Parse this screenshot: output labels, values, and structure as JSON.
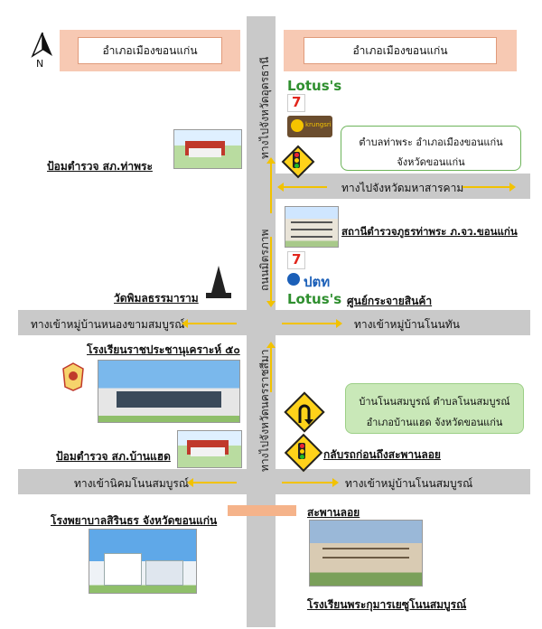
{
  "headers": {
    "left": "อำเภอเมืองขอนแก่น",
    "right": "อำเภอเมืองขอนแก่น"
  },
  "north": "N",
  "roads": {
    "v_top": "ทางไปจังหวัดอุดรธานี",
    "v_mid": "ถนนมิตรภาพ",
    "v_bottom": "ทางไปจังหวัดนครราชสีมา",
    "h1": "ทางไปจังหวัดมหาสารคาม",
    "h2_left": "ทางเข้าหมู่บ้านหนองขามสมบูรณ์",
    "h2_right": "ทางเข้าหมู่บ้านโนนทัน",
    "h3_left": "ทางเข้านิคมโนนสมบูรณ์",
    "h3_right": "ทางเข้าหมู่บ้านโนนสมบูรณ์"
  },
  "places": {
    "police_thaphra": "ป้อมตำรวจ สภ.ท่าพระ",
    "station_thaphra": "สถานีตำรวจภูธรท่าพระ ภ.จว.ขอนแก่น",
    "wat": "วัดพิมลธรรมาราม",
    "dist_center": "ศูนย์กระจายสินค้า",
    "school1": "โรงเรียนราชประชานุเคราะห์ ๕๐",
    "police_banhaet": "ป้อมตำรวจ สภ.บ้านแฮด",
    "uturn": "กลับรถก่อนถึงสะพานลอย",
    "overpass": "สะพานลอย",
    "hospital": "โรงพยาบาลสิรินธร จังหวัดขอนแก่น",
    "school2": "โรงเรียนพระกุมารเยซูโนนสมบูรณ์"
  },
  "notes": {
    "box1_line1": "ตำบลท่าพระ อำเภอเมืองขอนแก่น",
    "box1_line2": "จังหวัดขอนแก่น",
    "box2_line1": "บ้านโนนสมบูรณ์ ตำบลโนนสมบูรณ์",
    "box2_line2": "อำเภอบ้านแฮด จังหวัดขอนแก่น"
  },
  "brands": {
    "lotus": "Lotus's",
    "seven": "7",
    "ptt": "ปตท",
    "bank": "krungsri"
  },
  "colors": {
    "road": "#c9c9c9",
    "arrow": "#f2c200",
    "header_fill": "#f7c9b3",
    "note_green": "#c9e8b8"
  }
}
